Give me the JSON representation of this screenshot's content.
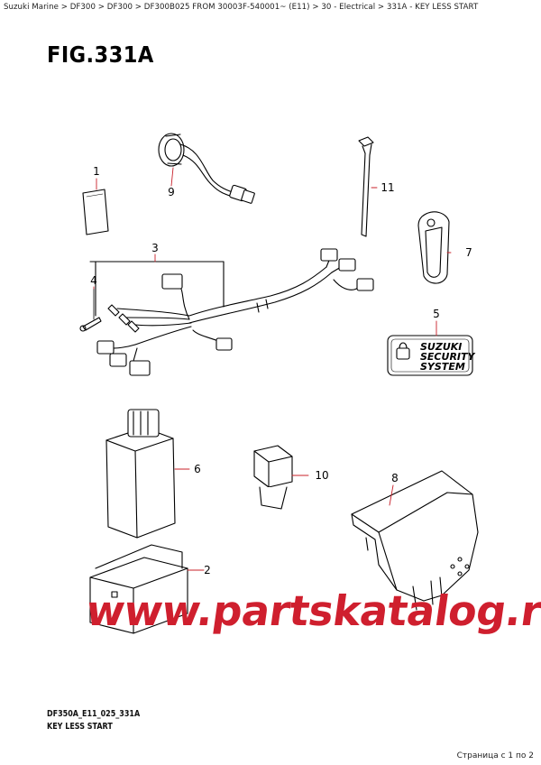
{
  "header": {
    "breadcrumb": "Suzuki Marine > DF300 > DF300 > DF300B025 FROM 30003F-540001~ (E11) > 30 - Electrical > 331A - KEY LESS START"
  },
  "figure": {
    "title": "FIG.331A",
    "diagram_code": "DF350A_E11_025_331A",
    "caption": "KEY LESS START"
  },
  "parts": [
    {
      "ref": "1"
    },
    {
      "ref": "2"
    },
    {
      "ref": "3"
    },
    {
      "ref": "4"
    },
    {
      "ref": "5"
    },
    {
      "ref": "6"
    },
    {
      "ref": "7"
    },
    {
      "ref": "8"
    },
    {
      "ref": "9"
    },
    {
      "ref": "10"
    },
    {
      "ref": "11"
    }
  ],
  "security_label": {
    "line1": "SUZUKI",
    "line2": "SECURITY",
    "line3": "SYSTEM"
  },
  "watermark": "www.partskatalog.ru",
  "colors": {
    "callout": "#c8202a",
    "watermark": "#cf1f2e",
    "line": "#000000"
  },
  "footer": {
    "page_indicator": "Страница с 1 по 2"
  }
}
